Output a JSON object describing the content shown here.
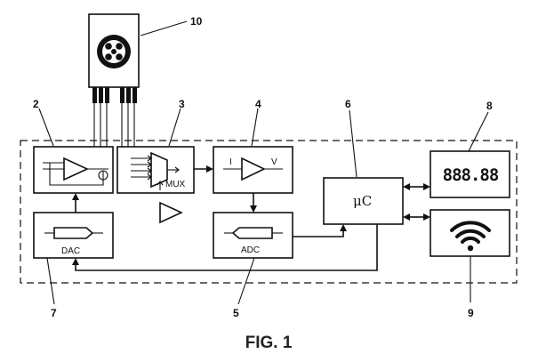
{
  "figure": {
    "caption": "FIG. 1",
    "reference_numerals": [
      "2",
      "3",
      "4",
      "5",
      "6",
      "7",
      "8",
      "9",
      "10"
    ],
    "blocks": {
      "amplifier_block": {
        "numeral": "2"
      },
      "multiplexer_block": {
        "numeral": "3",
        "label": "MUX"
      },
      "iv_converter_block": {
        "numeral": "4",
        "input_label": "I",
        "output_label": "V"
      },
      "adc_block": {
        "numeral": "5",
        "label": "ADC"
      },
      "microcontroller_block": {
        "numeral": "6",
        "label": "μC"
      },
      "dac_block": {
        "numeral": "7",
        "label": "DAC"
      },
      "display_block": {
        "numeral": "8",
        "readout": "888.88"
      },
      "wireless_block": {
        "numeral": "9",
        "icon": "wifi-icon"
      },
      "sensor_chip": {
        "numeral": "10",
        "icon": "sensor-disc-icon"
      }
    }
  }
}
